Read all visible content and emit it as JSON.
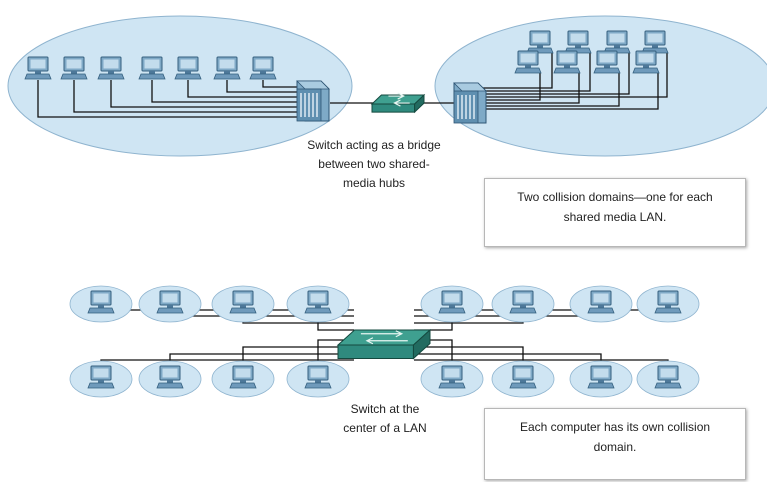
{
  "top_section": {
    "bridge_caption": [
      "Switch acting as a bridge",
      "between two shared-",
      "media hubs"
    ],
    "note": [
      "Two collision domains—one for each",
      "shared media LAN."
    ]
  },
  "bottom_section": {
    "switch_caption": [
      "Switch at the",
      "center of a LAN"
    ],
    "note": [
      "Each computer has its own collision",
      "domain."
    ]
  },
  "colors": {
    "domain_fill": "#cfe5f3",
    "domain_stroke": "#8fb4cf",
    "cable": "#111111",
    "switch": "#2f8a7e",
    "hub": "#5f8fb0"
  },
  "icons": [
    "computer-icon",
    "hub-icon",
    "switch-icon"
  ]
}
